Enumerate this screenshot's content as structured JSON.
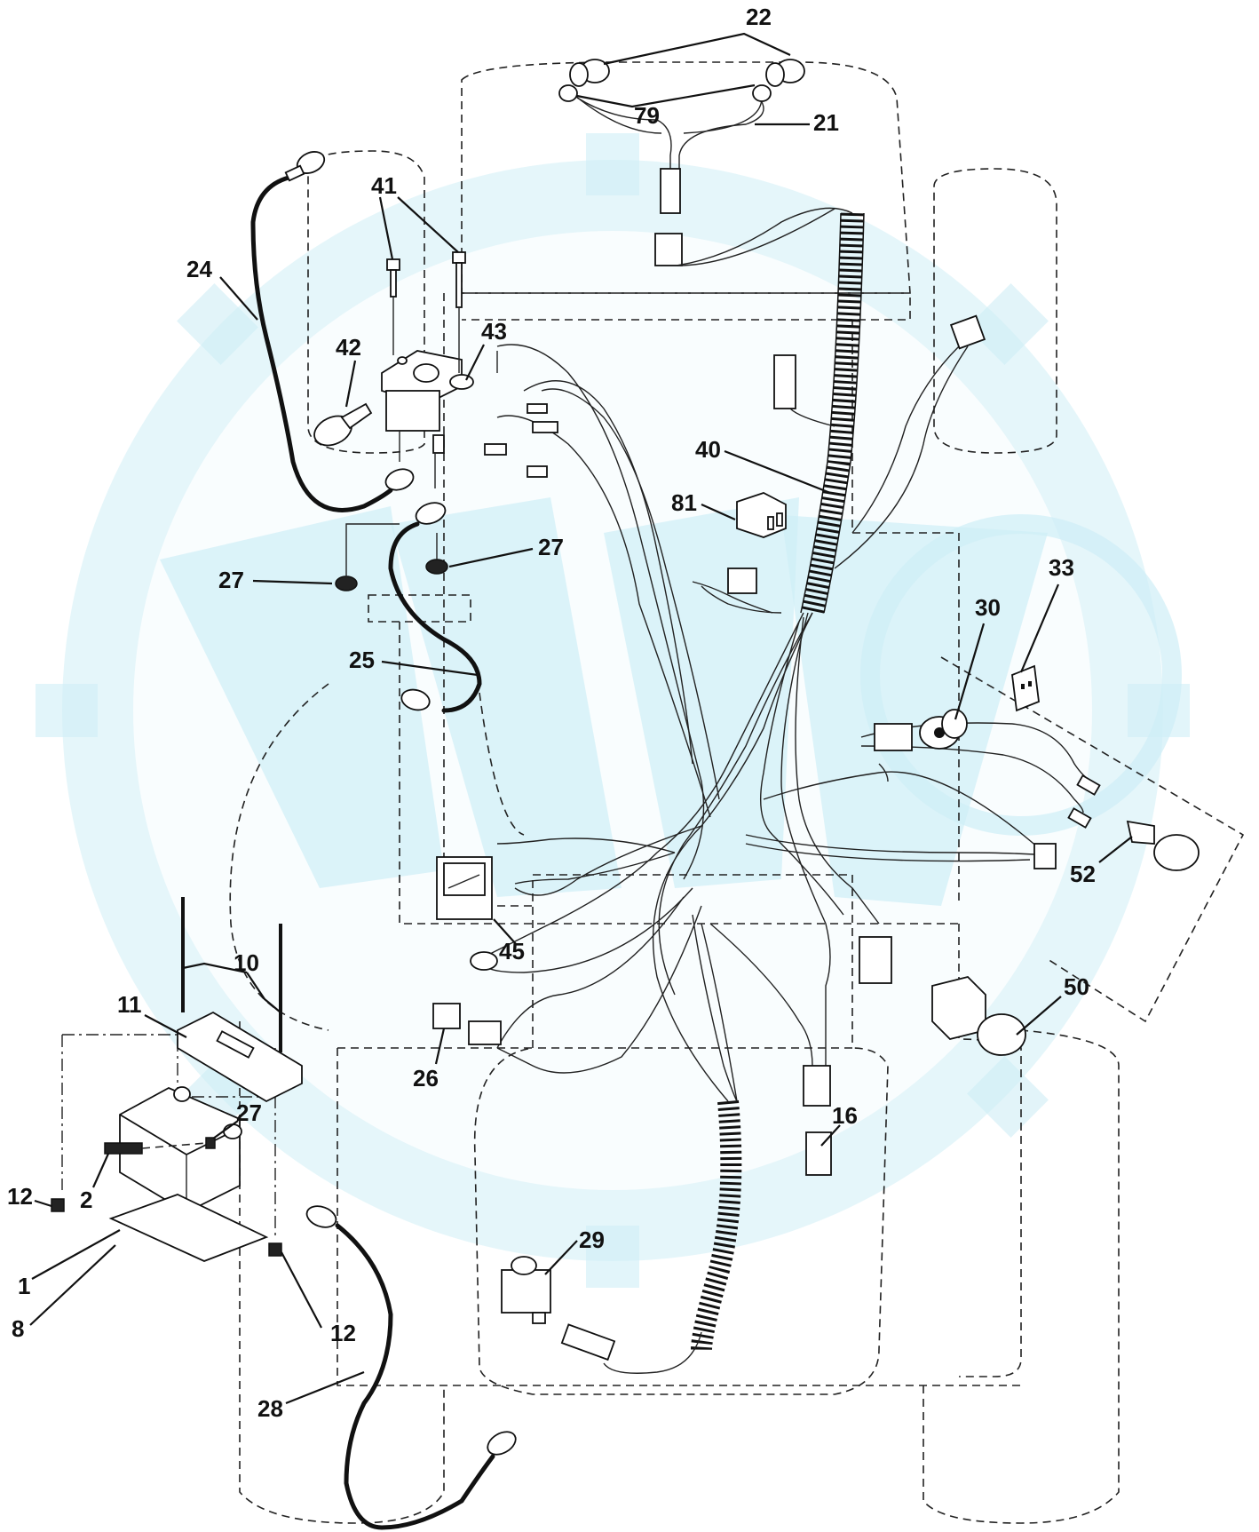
{
  "diagram": {
    "watermark": {
      "color": "#cfeef6"
    },
    "callouts": [
      {
        "id": "c22",
        "text": "22"
      },
      {
        "id": "c79",
        "text": "79"
      },
      {
        "id": "c21",
        "text": "21"
      },
      {
        "id": "c41",
        "text": "41"
      },
      {
        "id": "c24",
        "text": "24"
      },
      {
        "id": "c42",
        "text": "42"
      },
      {
        "id": "c43",
        "text": "43"
      },
      {
        "id": "c40",
        "text": "40"
      },
      {
        "id": "c81",
        "text": "81"
      },
      {
        "id": "c27a",
        "text": "27"
      },
      {
        "id": "c27b",
        "text": "27"
      },
      {
        "id": "c33",
        "text": "33"
      },
      {
        "id": "c30",
        "text": "30"
      },
      {
        "id": "c25",
        "text": "25"
      },
      {
        "id": "c52",
        "text": "52"
      },
      {
        "id": "c45",
        "text": "45"
      },
      {
        "id": "c10",
        "text": "10"
      },
      {
        "id": "c11",
        "text": "11"
      },
      {
        "id": "c50",
        "text": "50"
      },
      {
        "id": "c26",
        "text": "26"
      },
      {
        "id": "c16",
        "text": "16"
      },
      {
        "id": "c27c",
        "text": "27"
      },
      {
        "id": "c12a",
        "text": "12"
      },
      {
        "id": "c2",
        "text": "2"
      },
      {
        "id": "c29",
        "text": "29"
      },
      {
        "id": "c1",
        "text": "1"
      },
      {
        "id": "c8",
        "text": "8"
      },
      {
        "id": "c12b",
        "text": "12"
      },
      {
        "id": "c28",
        "text": "28"
      }
    ]
  }
}
